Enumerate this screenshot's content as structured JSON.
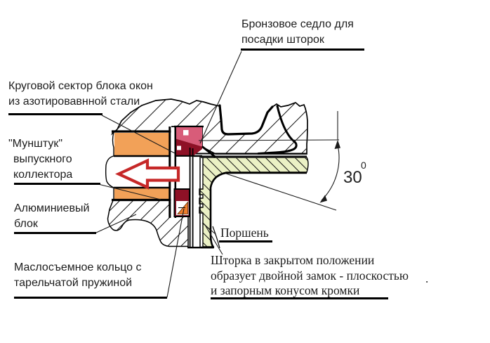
{
  "colors": {
    "orange": "#F2A158",
    "seat_pink": "#D85C79",
    "dark_red": "#8E1126",
    "ring_orange": "#EE7D2C",
    "piston_green": "#EBF1C5",
    "arrow_red": "#C62828"
  },
  "labels": {
    "bronze_seat": {
      "line1": "Бронзовое седло для",
      "line2": "посадки шторок"
    },
    "window_sector": {
      "line1": "Круговой сектор блока окон",
      "line2": "из азотировавнной стали"
    },
    "mouthpiece": {
      "line1": "\"Мунштук\"",
      "line2": "выпускного",
      "line3": "коллектора"
    },
    "aluminum": {
      "line1": "Алюминиевый",
      "line2": "блок"
    },
    "oil_ring": {
      "line1": "Маслосъемное кольцо с",
      "line2": "тарельчатой пружиной"
    },
    "piston": {
      "text": "Поршень"
    },
    "shutter_note": {
      "line1": "Шторка в закрытом положении",
      "line2": "образует двойной замок - плоскостью",
      "period": ".",
      "line3": "и запорным конусом кромки"
    },
    "angle": {
      "value": "30",
      "degree_mark": "0"
    }
  }
}
